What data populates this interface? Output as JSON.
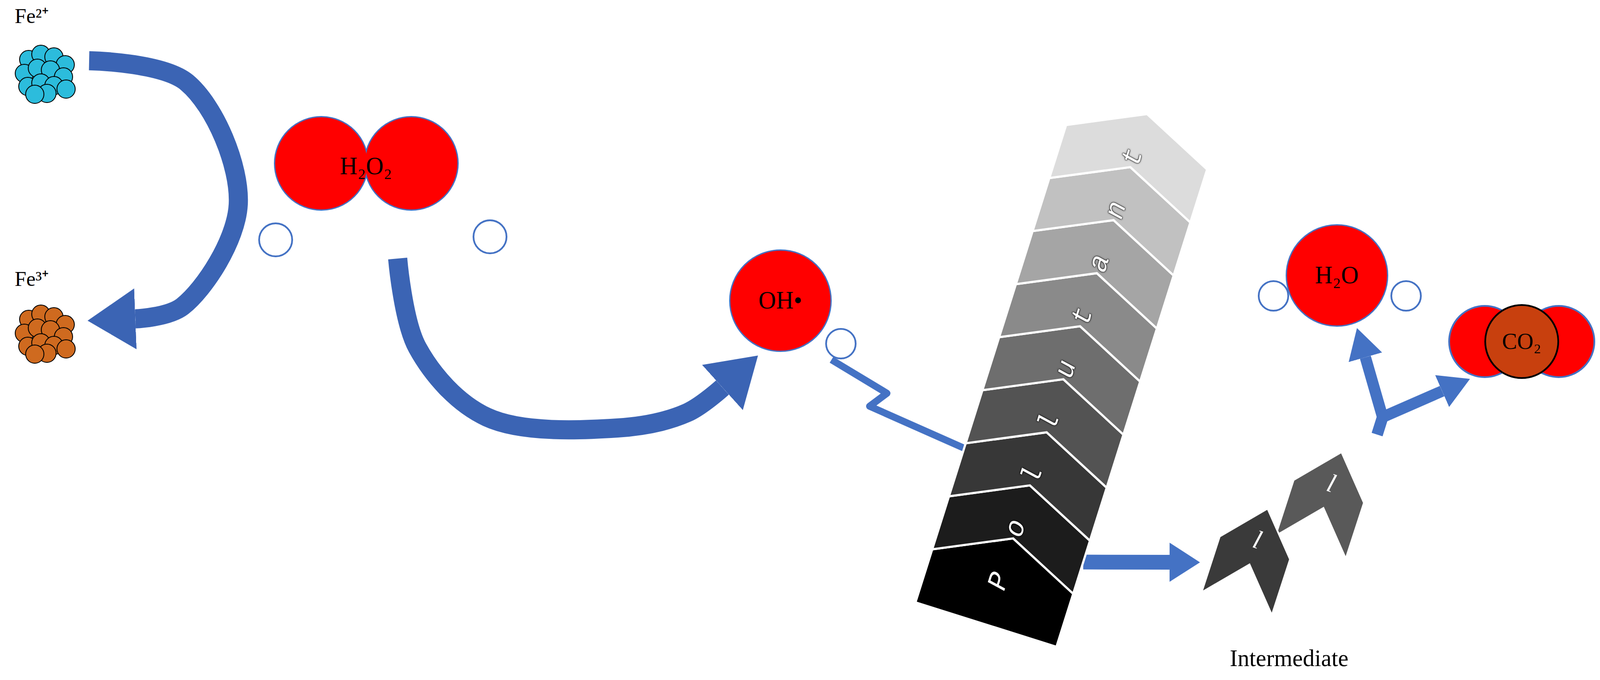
{
  "diagram": {
    "nodes": [
      {
        "text": [
          "Fe²⁺"
        ]
      },
      {
        "text": [
          "Fe³⁺"
        ]
      },
      {
        "text": [
          "H₂O₂"
        ]
      },
      {
        "text": [
          "OH•"
        ]
      },
      {
        "text": [
          "Pollutant"
        ]
      },
      {
        "text": [
          "l",
          "l",
          "Intermediate"
        ]
      },
      {
        "text": [
          "H₂O"
        ]
      },
      {
        "text": [
          "CO₂"
        ]
      }
    ],
    "edges": [
      {
        "from": 0,
        "to": 1,
        "arrow": "to"
      },
      {
        "from": 2,
        "to": 3,
        "arrow": "to"
      },
      {
        "from": 3,
        "to": 4,
        "arrow": "none"
      },
      {
        "from": 4,
        "to": 5,
        "arrow": "to"
      },
      {
        "from": 5,
        "to": 6,
        "arrow": "to"
      },
      {
        "from": 5,
        "to": 7,
        "arrow": "to"
      }
    ]
  }
}
